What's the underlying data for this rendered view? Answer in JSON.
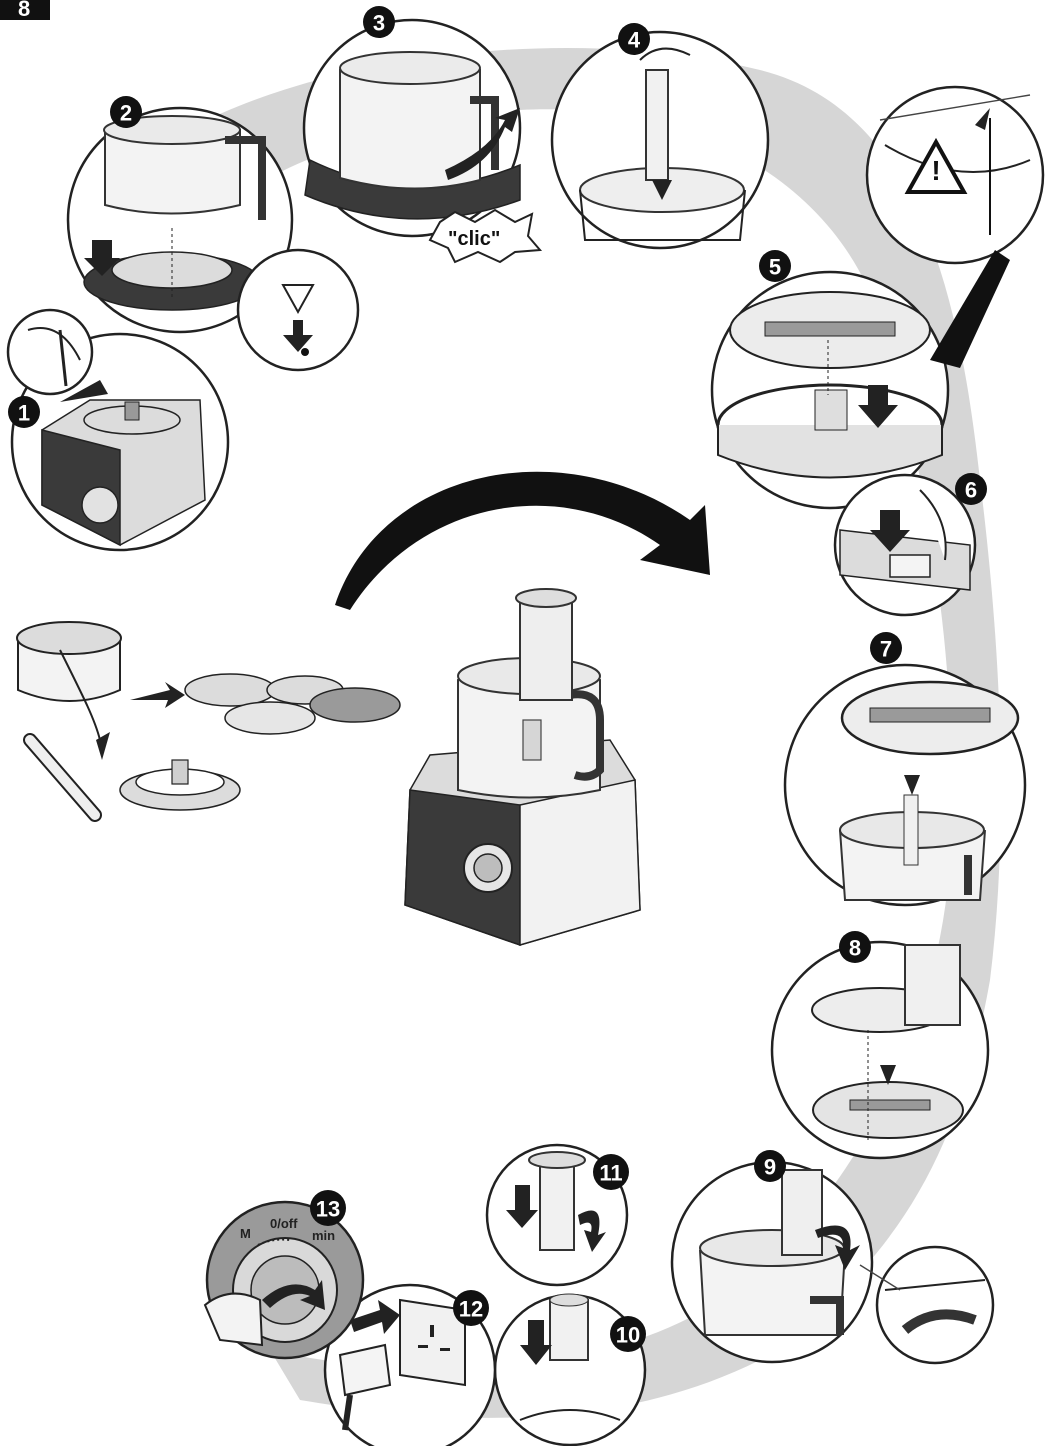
{
  "figure_label": "8",
  "steps": [
    "1",
    "2",
    "3",
    "4",
    "5",
    "6",
    "7",
    "8",
    "9",
    "10",
    "11",
    "12",
    "13"
  ],
  "callouts": {
    "clic": "\"clic\"",
    "warning_symbol": "!"
  },
  "speed_dial": {
    "left_label": "M",
    "center_label": "0/off",
    "right_label": "min"
  },
  "icons": [
    "warning-triangle-icon",
    "arrow-down-icon",
    "rotate-arrow-icon",
    "plug-icon",
    "socket-icon"
  ],
  "colors": {
    "shadow_band": "#c9c9c9",
    "dark_body": "#3a3a3a",
    "badge": "#111111"
  }
}
